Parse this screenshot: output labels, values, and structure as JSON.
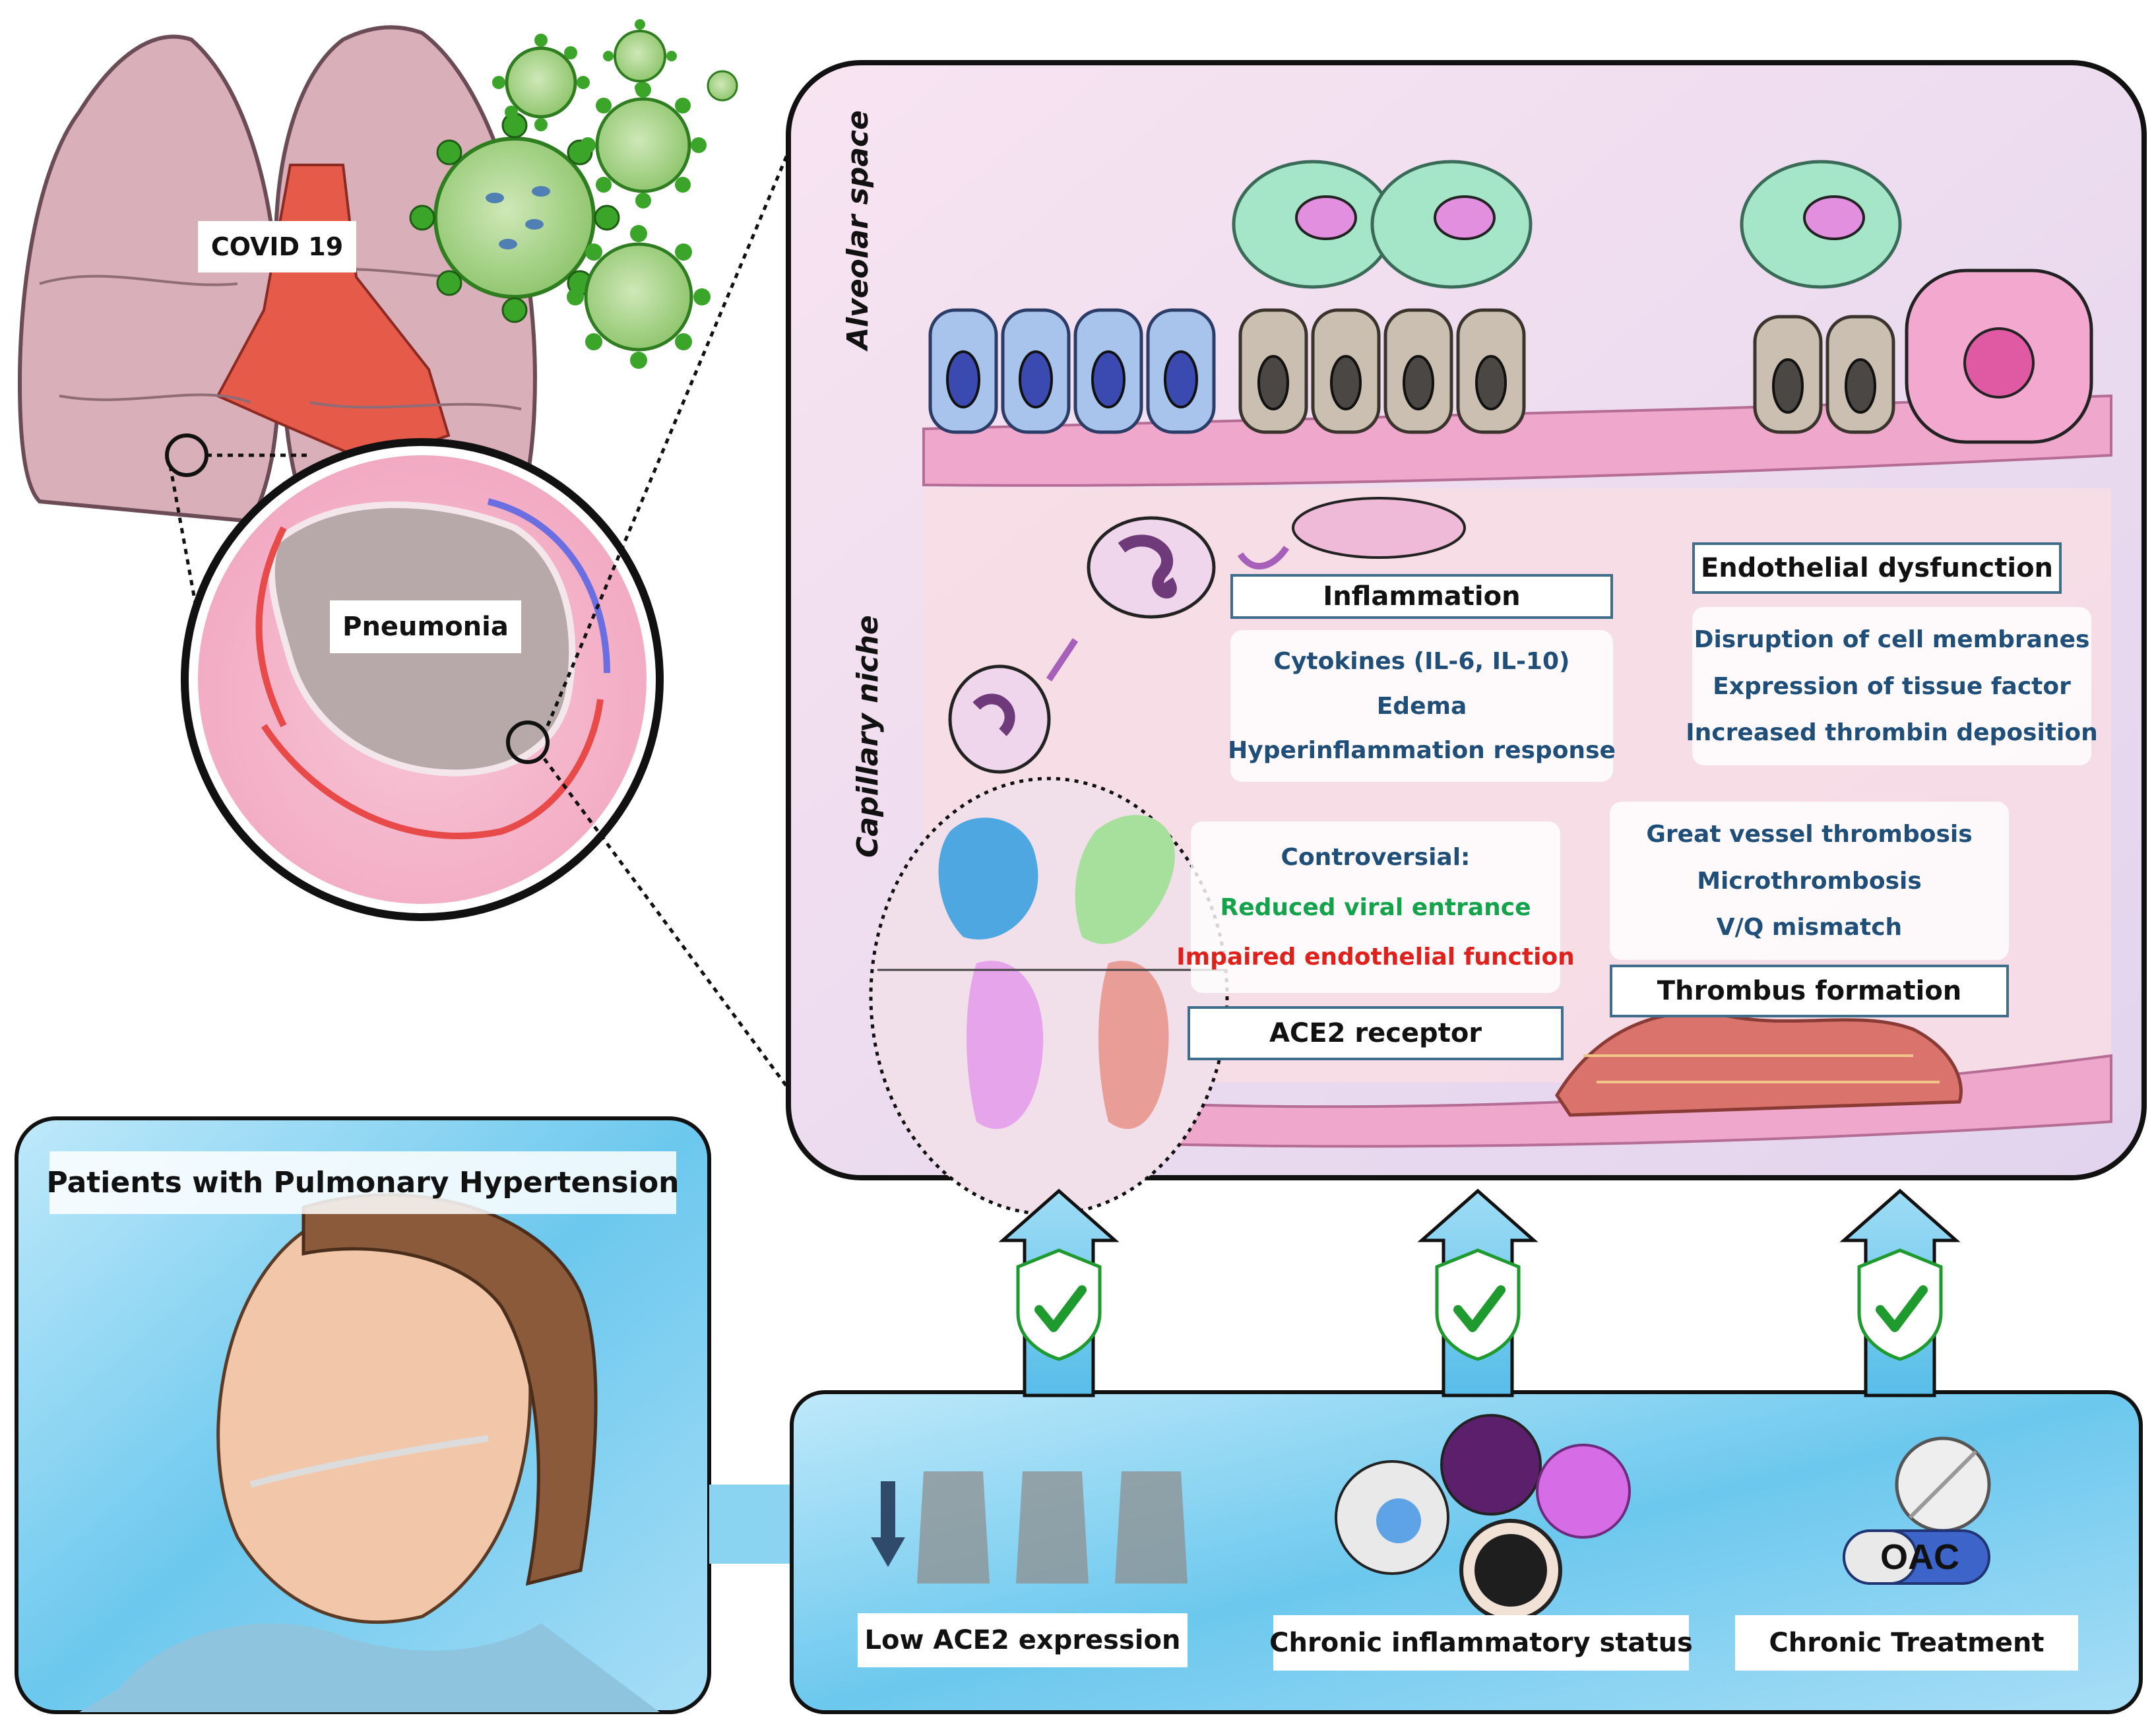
{
  "colors": {
    "info_text": "#1f4e79",
    "positive_text": "#13a34a",
    "negative_text": "#e0201b",
    "panel_pink": "#f6dcec",
    "panel_blue": "#66c3ea",
    "check_green": "#1f9a2e"
  },
  "lung": {
    "covid_label": "COVID 19",
    "pneumonia_label": "Pneumonia"
  },
  "alveolus": {
    "alveolar_space_label": "Alveolar space",
    "capillary_niche_label": "Capillary niche",
    "inflammation": {
      "title": "Inflammation",
      "items": [
        "Cytokines (IL-6, IL-10)",
        "Edema",
        "Hyperinflammation response"
      ]
    },
    "endothelial": {
      "title": "Endothelial dysfunction",
      "items": [
        "Disruption of cell membranes",
        "Expression of tissue factor",
        "Increased thrombin deposition"
      ]
    },
    "ace2": {
      "title": "ACE2 receptor",
      "heading": "Controversial:",
      "positive": "Reduced viral entrance",
      "negative": "Impaired endothelial function"
    },
    "thrombus": {
      "title": "Thrombus formation",
      "items": [
        "Great vessel thrombosis",
        "Microthrombosis",
        "V/Q mismatch"
      ]
    }
  },
  "patient": {
    "title": "Patients with Pulmonary Hypertension"
  },
  "factors": {
    "low_ace2": "Low ACE2 expression",
    "inflammatory": "Chronic inflammatory status",
    "treatment": "Chronic Treatment",
    "pill_label": "OAC"
  },
  "icons": [
    "down-arrow-icon",
    "check-shield-icon",
    "up-arrow-icon",
    "pill-icon",
    "capsule-icon",
    "virus-icon",
    "cell-icon"
  ]
}
